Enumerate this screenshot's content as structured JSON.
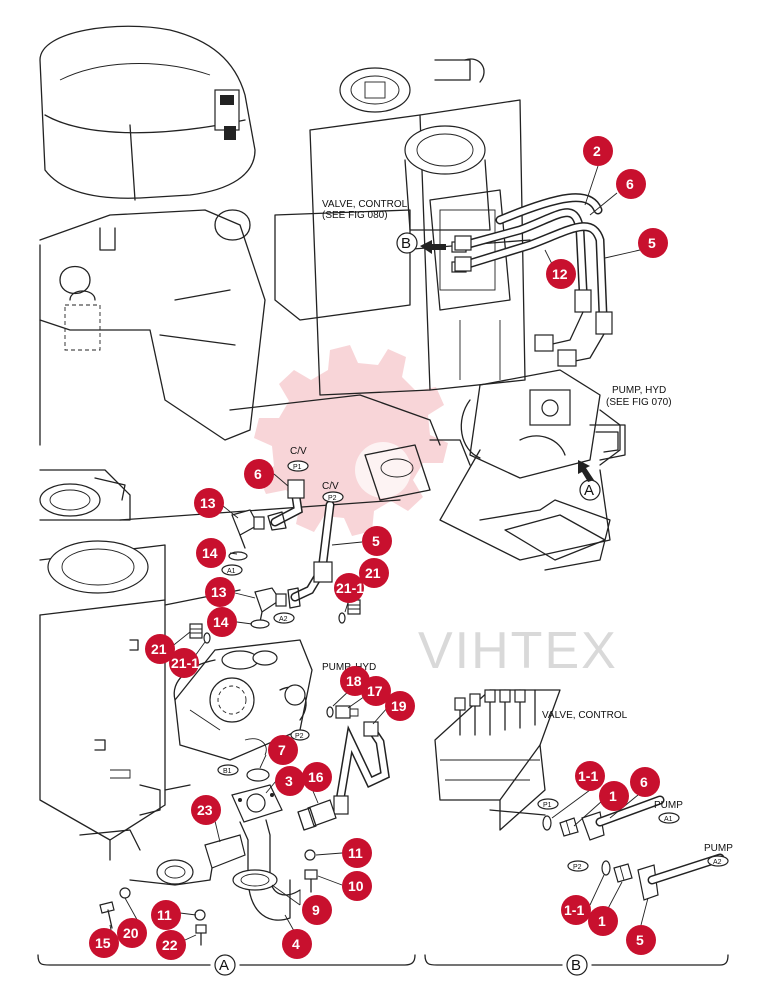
{
  "watermark": "VIHTEX",
  "labels": {
    "valve_control_ref": "VALVE, CONTROL",
    "valve_control_fig": "(SEE FIG 080)",
    "pump_hyd_ref": "PUMP, HYD",
    "pump_hyd_fig": "(SEE FIG 070)",
    "pump_hyd_detail": "PUMP, HYD",
    "valve_control_detail": "VALVE, CONTROL",
    "pump_1": "PUMP",
    "pump_2": "PUMP",
    "cv_1": "C/V",
    "cv_2": "C/V",
    "view_a": "A",
    "view_b": "B",
    "arrow_a": "A",
    "arrow_b": "B"
  },
  "tags": {
    "p1_top": "P1",
    "p2_top": "P2",
    "a1_mid": "A1",
    "a2_mid": "A2",
    "b1": "B1",
    "p2_pump": "P2",
    "p1_valve": "P1",
    "p2_valve": "P2",
    "a1_pump": "A1",
    "a2_pump": "A2"
  },
  "callouts": {
    "c2": "2",
    "c6a": "6",
    "c5a": "5",
    "c12": "12",
    "c6b": "6",
    "c13a": "13",
    "c14a": "14",
    "c5b": "5",
    "c13b": "13",
    "c14b": "14",
    "c21a": "21-1",
    "c21b": "21",
    "c21c": "21",
    "c21d": "21-1",
    "c18": "18",
    "c17": "17",
    "c19": "19",
    "c7": "7",
    "c3": "3",
    "c16": "16",
    "c23": "23",
    "c11a": "11",
    "c10": "10",
    "c9": "9",
    "c11b": "11",
    "c15": "15",
    "c20": "20",
    "c22": "22",
    "c4": "4",
    "c1_1a": "1-1",
    "c1a": "1",
    "c6c": "6",
    "c1_1b": "1-1",
    "c1b": "1",
    "c5c": "5"
  }
}
